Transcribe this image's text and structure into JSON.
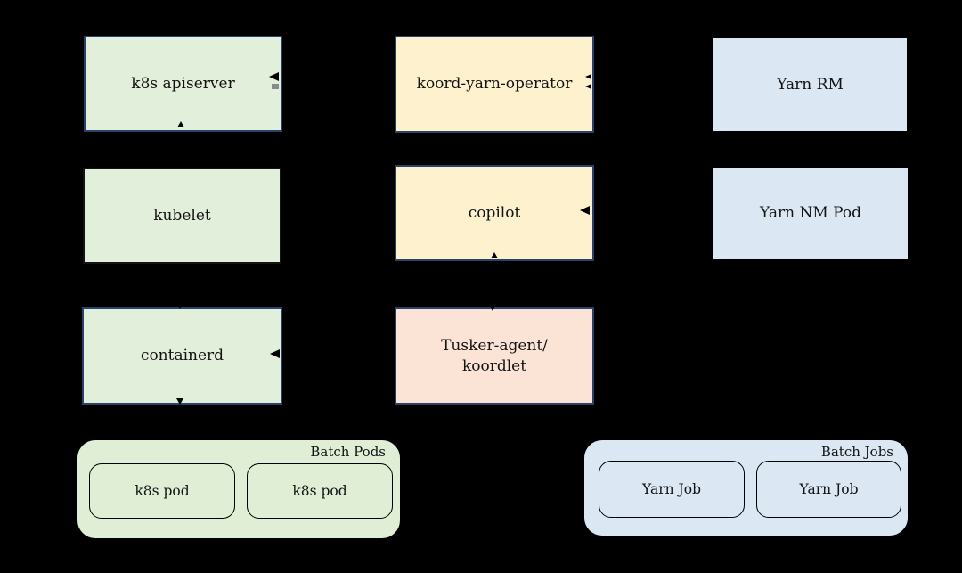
{
  "diagram": {
    "background": "#000000",
    "palette": {
      "green_fill": "#e2efda",
      "cream_fill": "#fdf2cd",
      "pink_fill": "#fbe4d6",
      "blue_fill": "#dbe7f3",
      "group_green_fill": "#dfeed5",
      "navy_border": "#27426b",
      "black_border": "#000000"
    },
    "nodes": {
      "k8s_apiserver": {
        "label": "k8s apiserver",
        "fill": "#e2efda",
        "border": "#27426b"
      },
      "koord_yarn_operator": {
        "label": "koord-yarn-operator",
        "fill": "#fdf2cd",
        "border": "#27426b"
      },
      "yarn_rm": {
        "label": "Yarn RM",
        "fill": "#dbe7f3",
        "border": "#000000"
      },
      "kubelet": {
        "label": "kubelet",
        "fill": "#e2efda",
        "border": "#141414"
      },
      "copilot": {
        "label": "copilot",
        "fill": "#fdf2cd",
        "border": "#27426b"
      },
      "yarn_nm_pod": {
        "label": "Yarn NM Pod",
        "fill": "#dbe7f3",
        "border": "#000000"
      },
      "containerd": {
        "label": "containerd",
        "fill": "#e2efda",
        "border": "#27426b"
      },
      "tusker_agent": {
        "label": "Tusker-agent/\nkoordlet",
        "fill": "#fbe4d6",
        "border": "#27426b"
      }
    },
    "groups": {
      "batch_pods": {
        "label": "Batch Pods",
        "fill": "#dfeed5",
        "items": [
          {
            "label": "k8s pod"
          },
          {
            "label": "k8s pod"
          }
        ]
      },
      "batch_jobs": {
        "label": "Batch Jobs",
        "fill": "#dbe7f3",
        "items": [
          {
            "label": "Yarn Job"
          },
          {
            "label": "Yarn Job"
          }
        ]
      }
    },
    "arrow_marks": [
      {
        "on": "k8s_apiserver",
        "edge": "right",
        "points": "left"
      },
      {
        "on": "k8s_apiserver",
        "edge": "bottom",
        "points": "up"
      },
      {
        "on": "koord_yarn_operator",
        "edge": "left",
        "points": "right"
      },
      {
        "on": "koord_yarn_operator",
        "edge": "left",
        "points": "right"
      },
      {
        "on": "koord_yarn_operator",
        "edge": "right",
        "points": "left"
      },
      {
        "on": "koord_yarn_operator",
        "edge": "right",
        "points": "left"
      },
      {
        "on": "copilot",
        "edge": "right",
        "points": "left"
      },
      {
        "on": "copilot",
        "edge": "bottom",
        "points": "up"
      },
      {
        "on": "tusker_agent",
        "edge": "top",
        "points": "down"
      },
      {
        "on": "tusker_agent",
        "edge": "left",
        "points": "right"
      },
      {
        "on": "containerd",
        "edge": "top",
        "points": "down"
      },
      {
        "on": "containerd",
        "edge": "right",
        "points": "left"
      },
      {
        "on": "containerd",
        "edge": "bottom",
        "points": "down"
      },
      {
        "on": "yarn_nm_pod",
        "edge": "top",
        "points": "up"
      }
    ]
  }
}
